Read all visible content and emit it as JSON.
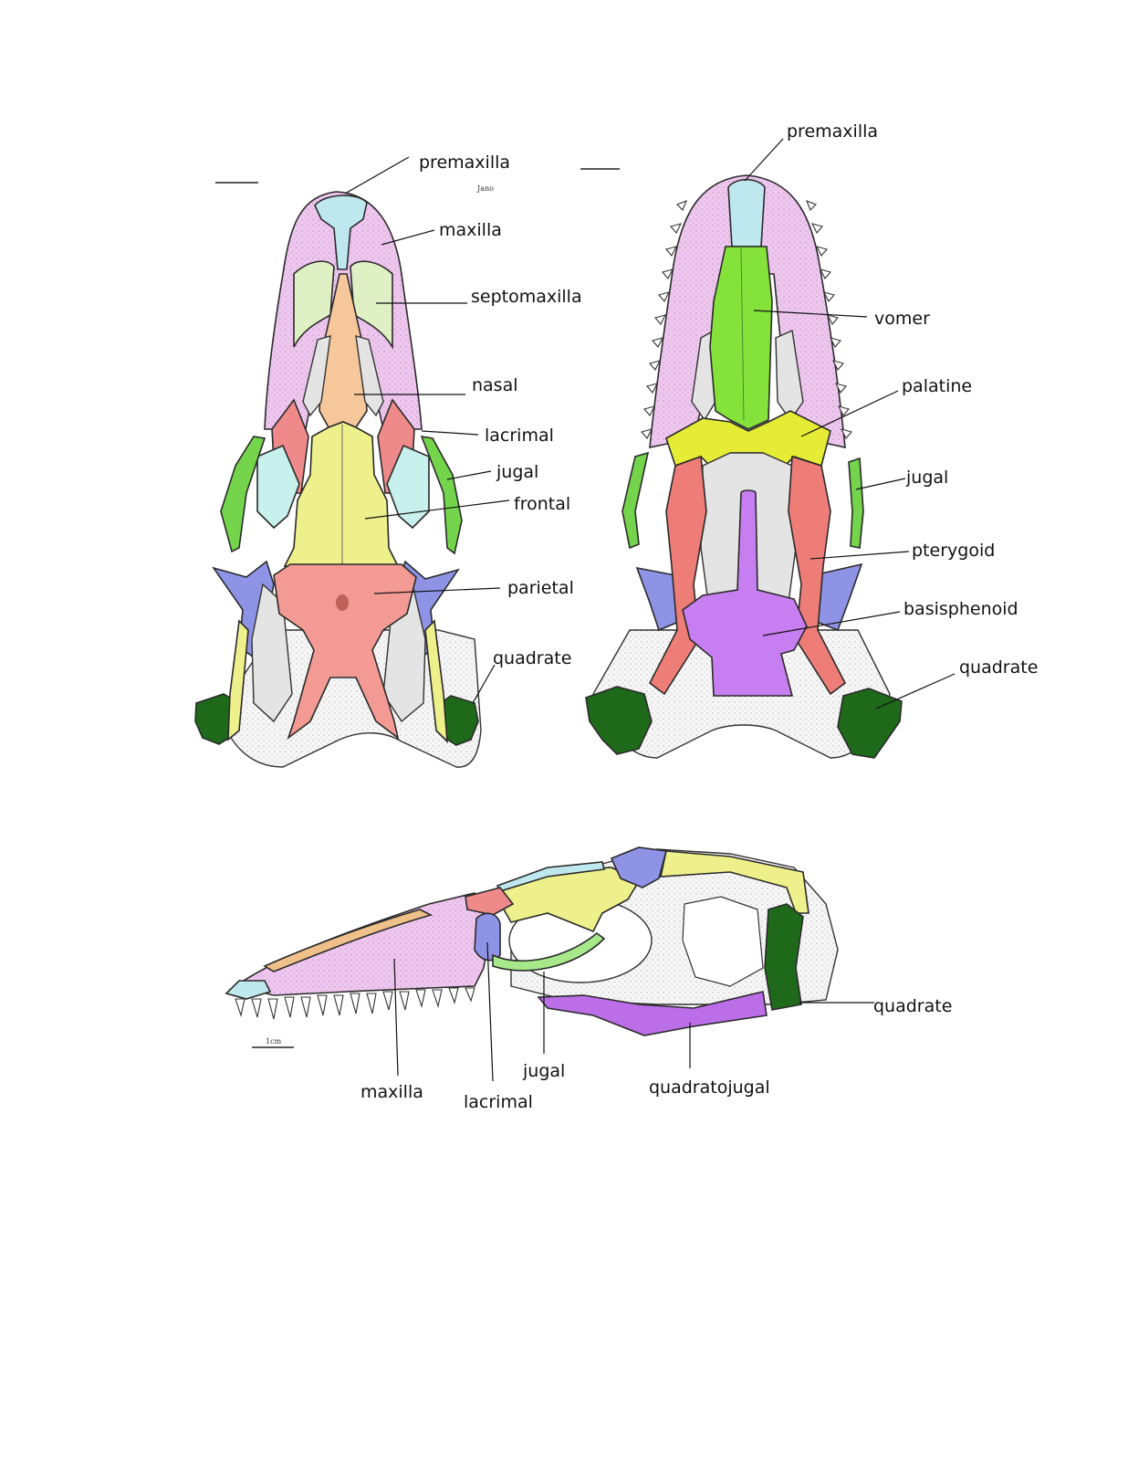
{
  "colors": {
    "premaxilla": "#bfe8ee",
    "maxilla": "#efc6ef",
    "septomaxilla": "#dff0c4",
    "nasal": "#f6c79a",
    "lacrimal": "#ef8a8a",
    "jugal": "#74d44c",
    "frontal": "#eef08c",
    "parietal": "#f29a93",
    "squamosal": "#8e93e6",
    "quadrate": "#1f6a1a",
    "palatine": "#e6ec36",
    "vomer": "#84e23a",
    "pterygoid": "#ee7d78",
    "basisphenoid": "#c77ef0",
    "quadratojugal": "#bb6ee8",
    "orbit_pale": "#c8f0ec",
    "bone": "#e2e2e2"
  },
  "views": {
    "dorsal": {
      "labels": {
        "premaxilla": "premaxilla",
        "maxilla": "maxilla",
        "septomaxilla": "septomaxilla",
        "nasal": "nasal",
        "lacrimal": "lacrimal",
        "jugal": "jugal",
        "frontal": "frontal",
        "parietal": "parietal",
        "quadrate": "quadrate"
      },
      "annotation": "Jano"
    },
    "ventral": {
      "labels": {
        "premaxilla": "premaxilla",
        "vomer": "vomer",
        "palatine": "palatine",
        "jugal": "jugal",
        "pterygoid": "pterygoid",
        "basisphenoid": "basisphenoid",
        "quadrate": "quadrate"
      }
    },
    "lateral": {
      "labels": {
        "maxilla": "maxilla",
        "lacrimal": "lacrimal",
        "jugal": "jugal",
        "quadratojugal": "quadratojugal",
        "quadrate": "quadrate"
      },
      "scale_label": "1cm"
    }
  }
}
